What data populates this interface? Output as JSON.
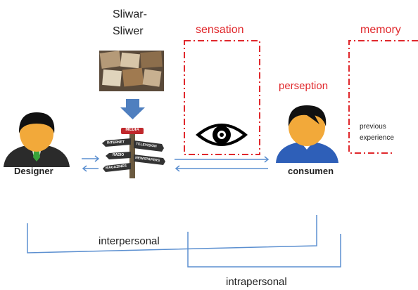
{
  "labels": {
    "sliwar_line1": "Sliwar-",
    "sliwar_line2": "Sliwer",
    "sensation": "sensation",
    "memory": "memory",
    "perseption": "perseption",
    "previous_line1": "previous",
    "previous_line2": "experience",
    "designer": "Designer",
    "consumen": "consumen",
    "interpersonal": "interpersonal",
    "intrapersonal": "intrapersonal"
  },
  "signpost": {
    "top": "MEDIA",
    "left1": "INTERNET",
    "right1": "TELEVISION",
    "left2": "RADIO",
    "right2": "NEWSPAPERS",
    "left3": "MAGAZINES"
  },
  "colors": {
    "red": "#e0282c",
    "arrow_blue": "#4f7fbf",
    "line_blue": "#5b8fd0",
    "person_shirt_designer": "#2b2b2b",
    "person_shirt_consumen": "#2e5fb8",
    "skin": "#f2a93a"
  },
  "icons": {
    "designer": "person-suit-icon",
    "consumen": "person-icon",
    "eye": "eye-icon",
    "arrow": "down-arrow-icon",
    "signpost": "signpost-icon"
  }
}
